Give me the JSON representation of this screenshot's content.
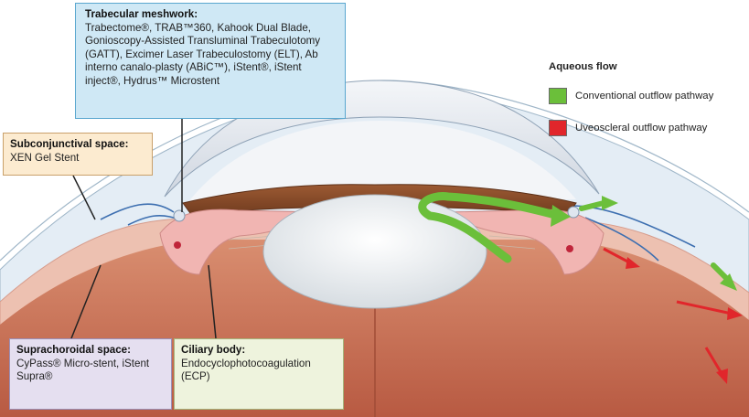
{
  "callouts": {
    "trabecular_meshwork": {
      "heading": "Trabecular meshwork:",
      "body": "Trabectome®, TRAB™360, Kahook Dual Blade, Gonioscopy-Assisted Transluminal Trabeculotomy (GATT), Excimer Laser Trabeculostomy (ELT), Ab interno canalo-plasty (ABiC™), iStent®, iStent inject®, Hydrus™ Microstent"
    },
    "subconjunctival_space": {
      "heading": "Subconjunctival space:",
      "body": "XEN Gel Stent"
    },
    "suprachoroidal_space": {
      "heading": "Suprachoroidal space:",
      "body": "CyPass® Micro-stent, iStent Supra®"
    },
    "ciliary_body": {
      "heading": "Ciliary body:",
      "body": "Endocyclophotocoagulation (ECP)"
    }
  },
  "legend": {
    "title": "Aqueous flow",
    "items": [
      {
        "label": "Conventional outflow pathway",
        "color": "#6bbf3a",
        "icon": "green-arrow"
      },
      {
        "label": "Uveoscleral outflow pathway",
        "color": "#e1262b",
        "icon": "red-arrow"
      }
    ]
  },
  "colors": {
    "sclera": "#e6eff6",
    "cornea": "#dfe4ec",
    "iris": "#8a4a26",
    "ciliary": "#f2b6b4",
    "choroid": "#ecbcae",
    "fundus": "#c8654c",
    "lens": "#eef1f3"
  }
}
